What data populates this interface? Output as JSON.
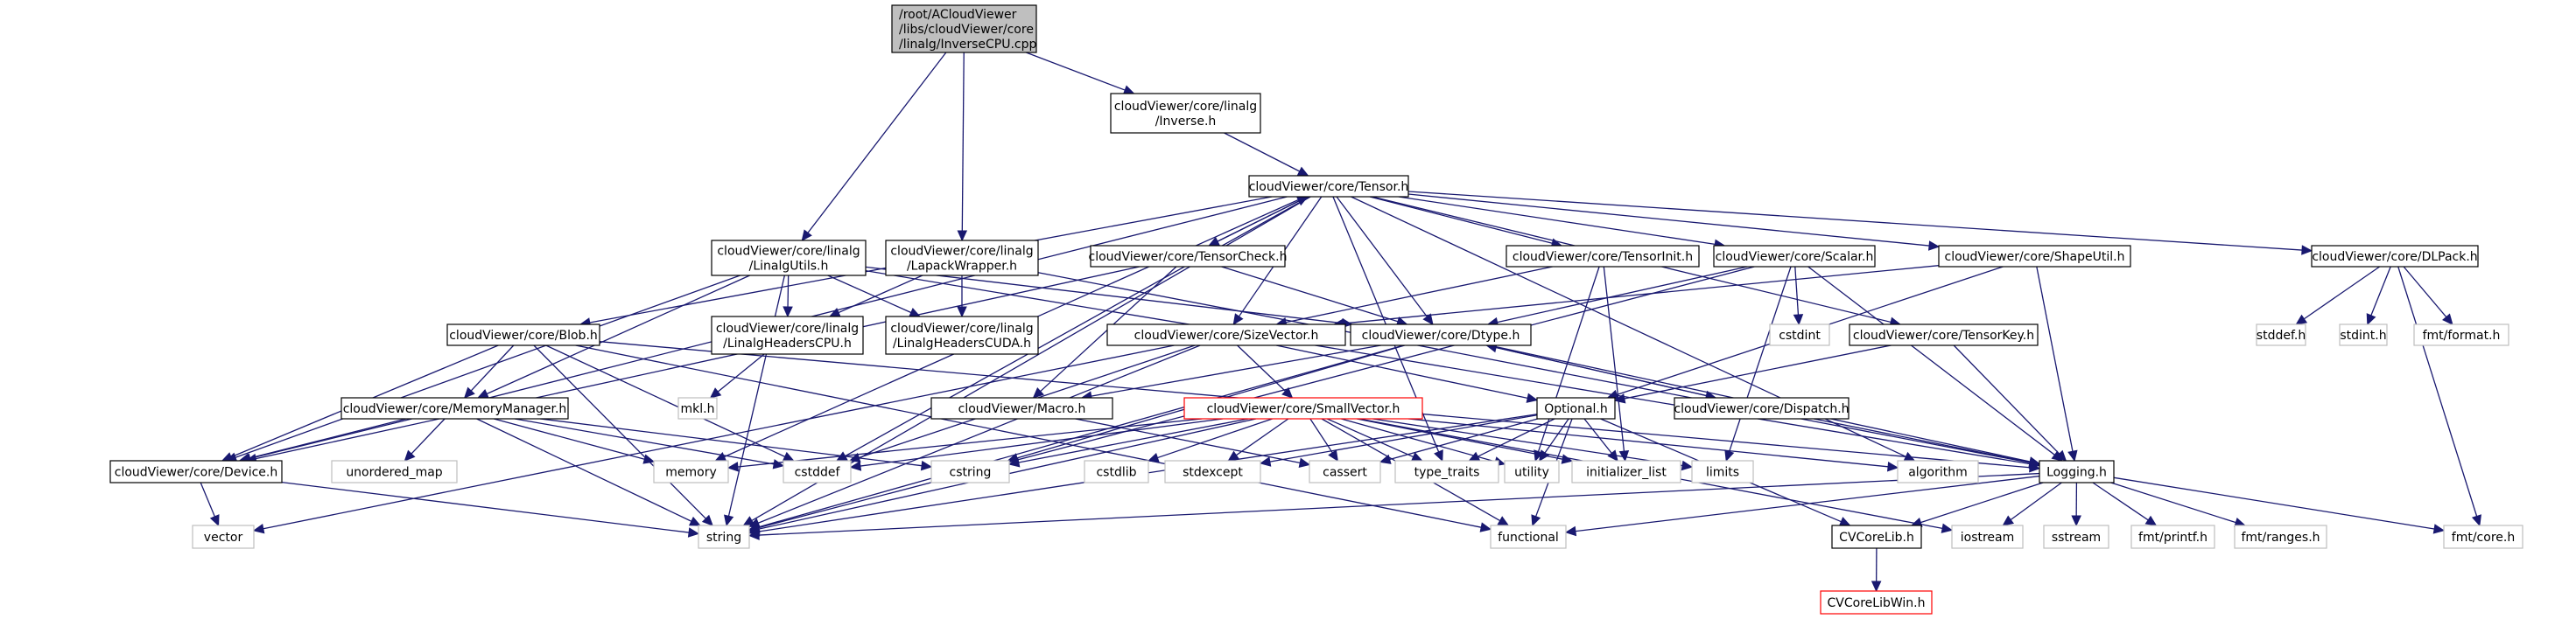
{
  "title": "Include dependency graph for InverseCPU.cpp",
  "colors": {
    "edge": "#191970",
    "root_fill": "#bfbfbf",
    "node_border": "#000000",
    "system_border": "#bfbfbf",
    "truncated_border": "#ff0000"
  },
  "nodes": [
    {
      "id": "root",
      "kind": "root",
      "lines": [
        "/root/ACloudViewer",
        "/libs/cloudViewer/core",
        "/linalg/InverseCPU.cpp"
      ]
    },
    {
      "id": "inverse",
      "kind": "project",
      "lines": [
        "cloudViewer/core/linalg",
        "/Inverse.h"
      ]
    },
    {
      "id": "tensor",
      "kind": "project",
      "lines": [
        "cloudViewer/core/Tensor.h"
      ]
    },
    {
      "id": "linalgutils",
      "kind": "project",
      "lines": [
        "cloudViewer/core/linalg",
        "/LinalgUtils.h"
      ]
    },
    {
      "id": "lapack",
      "kind": "project",
      "lines": [
        "cloudViewer/core/linalg",
        "/LapackWrapper.h"
      ]
    },
    {
      "id": "tensorcheck",
      "kind": "project",
      "lines": [
        "cloudViewer/core/TensorCheck.h"
      ]
    },
    {
      "id": "tensorinit",
      "kind": "project",
      "lines": [
        "cloudViewer/core/TensorInit.h"
      ]
    },
    {
      "id": "scalar",
      "kind": "project",
      "lines": [
        "cloudViewer/core/Scalar.h"
      ]
    },
    {
      "id": "shapeutil",
      "kind": "project",
      "lines": [
        "cloudViewer/core/ShapeUtil.h"
      ]
    },
    {
      "id": "dlpack",
      "kind": "project",
      "lines": [
        "cloudViewer/core/DLPack.h"
      ]
    },
    {
      "id": "hdrcpu",
      "kind": "project",
      "lines": [
        "cloudViewer/core/linalg",
        "/LinalgHeadersCPU.h"
      ]
    },
    {
      "id": "hdrcuda",
      "kind": "project",
      "lines": [
        "cloudViewer/core/linalg",
        "/LinalgHeadersCUDA.h"
      ]
    },
    {
      "id": "blob",
      "kind": "project",
      "lines": [
        "cloudViewer/core/Blob.h"
      ]
    },
    {
      "id": "sizevector",
      "kind": "project",
      "lines": [
        "cloudViewer/core/SizeVector.h"
      ]
    },
    {
      "id": "dtype",
      "kind": "project",
      "lines": [
        "cloudViewer/core/Dtype.h"
      ]
    },
    {
      "id": "tensorkey",
      "kind": "project",
      "lines": [
        "cloudViewer/core/TensorKey.h"
      ]
    },
    {
      "id": "cstdint",
      "kind": "system",
      "lines": [
        "cstdint"
      ]
    },
    {
      "id": "stddef",
      "kind": "system",
      "lines": [
        "stddef.h"
      ]
    },
    {
      "id": "stdint",
      "kind": "system",
      "lines": [
        "stdint.h"
      ]
    },
    {
      "id": "fmtformat",
      "kind": "system",
      "lines": [
        "fmt/format.h"
      ]
    },
    {
      "id": "mkl",
      "kind": "system",
      "lines": [
        "mkl.h"
      ]
    },
    {
      "id": "memmgr",
      "kind": "project",
      "lines": [
        "cloudViewer/core/MemoryManager.h"
      ]
    },
    {
      "id": "macro",
      "kind": "project",
      "lines": [
        "cloudViewer/Macro.h"
      ]
    },
    {
      "id": "smallvector",
      "kind": "truncated",
      "lines": [
        "cloudViewer/core/SmallVector.h"
      ]
    },
    {
      "id": "optional",
      "kind": "project",
      "lines": [
        "Optional.h"
      ]
    },
    {
      "id": "dispatch",
      "kind": "project",
      "lines": [
        "cloudViewer/core/Dispatch.h"
      ]
    },
    {
      "id": "device",
      "kind": "project",
      "lines": [
        "cloudViewer/core/Device.h"
      ]
    },
    {
      "id": "unordered_map",
      "kind": "system",
      "lines": [
        "unordered_map"
      ]
    },
    {
      "id": "memory",
      "kind": "system",
      "lines": [
        "memory"
      ]
    },
    {
      "id": "cstddef",
      "kind": "system",
      "lines": [
        "cstddef"
      ]
    },
    {
      "id": "cstring",
      "kind": "system",
      "lines": [
        "cstring"
      ]
    },
    {
      "id": "cstdlib",
      "kind": "system",
      "lines": [
        "cstdlib"
      ]
    },
    {
      "id": "stdexcept",
      "kind": "system",
      "lines": [
        "stdexcept"
      ]
    },
    {
      "id": "cassert",
      "kind": "system",
      "lines": [
        "cassert"
      ]
    },
    {
      "id": "type_traits",
      "kind": "system",
      "lines": [
        "type_traits"
      ]
    },
    {
      "id": "utility",
      "kind": "system",
      "lines": [
        "utility"
      ]
    },
    {
      "id": "initializer_list",
      "kind": "system",
      "lines": [
        "initializer_list"
      ]
    },
    {
      "id": "limits",
      "kind": "system",
      "lines": [
        "limits"
      ]
    },
    {
      "id": "algorithm",
      "kind": "system",
      "lines": [
        "algorithm"
      ]
    },
    {
      "id": "logging",
      "kind": "project",
      "lines": [
        "Logging.h"
      ]
    },
    {
      "id": "vector",
      "kind": "system",
      "lines": [
        "vector"
      ]
    },
    {
      "id": "string",
      "kind": "system",
      "lines": [
        "string"
      ]
    },
    {
      "id": "functional",
      "kind": "system",
      "lines": [
        "functional"
      ]
    },
    {
      "id": "cvcorelib",
      "kind": "project",
      "lines": [
        "CVCoreLib.h"
      ]
    },
    {
      "id": "iostream",
      "kind": "system",
      "lines": [
        "iostream"
      ]
    },
    {
      "id": "sstream",
      "kind": "system",
      "lines": [
        "sstream"
      ]
    },
    {
      "id": "fmtprintf",
      "kind": "system",
      "lines": [
        "fmt/printf.h"
      ]
    },
    {
      "id": "fmtranges",
      "kind": "system",
      "lines": [
        "fmt/ranges.h"
      ]
    },
    {
      "id": "fmtcore",
      "kind": "system",
      "lines": [
        "fmt/core.h"
      ]
    },
    {
      "id": "cvcorelibwin",
      "kind": "truncated",
      "lines": [
        "CVCoreLibWin.h"
      ]
    }
  ],
  "edges": [
    [
      "root",
      "inverse"
    ],
    [
      "root",
      "linalgutils"
    ],
    [
      "root",
      "lapack"
    ],
    [
      "inverse",
      "tensor"
    ],
    [
      "tensor",
      "tensorcheck"
    ],
    [
      "tensor",
      "tensorinit"
    ],
    [
      "tensor",
      "scalar"
    ],
    [
      "tensor",
      "shapeutil"
    ],
    [
      "tensor",
      "dlpack"
    ],
    [
      "tensor",
      "blob"
    ],
    [
      "tensor",
      "sizevector"
    ],
    [
      "tensor",
      "dtype"
    ],
    [
      "tensor",
      "tensorkey"
    ],
    [
      "tensor",
      "device"
    ],
    [
      "tensor",
      "memory"
    ],
    [
      "tensor",
      "cstddef"
    ],
    [
      "tensor",
      "type_traits"
    ],
    [
      "tensor",
      "algorithm"
    ],
    [
      "tensor",
      "string"
    ],
    [
      "tensorcheck",
      "tensor"
    ],
    [
      "tensorcheck",
      "dtype"
    ],
    [
      "tensorcheck",
      "macro"
    ],
    [
      "tensorcheck",
      "device"
    ],
    [
      "linalgutils",
      "hdrcpu"
    ],
    [
      "linalgutils",
      "hdrcuda"
    ],
    [
      "linalgutils",
      "dtype"
    ],
    [
      "linalgutils",
      "memmgr"
    ],
    [
      "linalgutils",
      "logging"
    ],
    [
      "linalgutils",
      "device"
    ],
    [
      "linalgutils",
      "string"
    ],
    [
      "lapack",
      "hdrcpu"
    ],
    [
      "lapack",
      "hdrcuda"
    ],
    [
      "lapack",
      "logging"
    ],
    [
      "hdrcpu",
      "mkl"
    ],
    [
      "tensorinit",
      "sizevector"
    ],
    [
      "tensorinit",
      "utility"
    ],
    [
      "tensorinit",
      "initializer_list"
    ],
    [
      "scalar",
      "dtype"
    ],
    [
      "scalar",
      "cstdint"
    ],
    [
      "scalar",
      "logging"
    ],
    [
      "scalar",
      "string"
    ],
    [
      "scalar",
      "limits"
    ],
    [
      "shapeutil",
      "sizevector"
    ],
    [
      "shapeutil",
      "optional"
    ],
    [
      "shapeutil",
      "logging"
    ],
    [
      "dlpack",
      "stddef"
    ],
    [
      "dlpack",
      "stdint"
    ],
    [
      "dlpack",
      "fmtformat"
    ],
    [
      "dlpack",
      "fmtcore"
    ],
    [
      "blob",
      "device"
    ],
    [
      "blob",
      "memmgr"
    ],
    [
      "blob",
      "cstddef"
    ],
    [
      "blob",
      "string"
    ],
    [
      "blob",
      "functional"
    ],
    [
      "blob",
      "logging"
    ],
    [
      "sizevector",
      "smallvector"
    ],
    [
      "sizevector",
      "optional"
    ],
    [
      "sizevector",
      "cstddef"
    ],
    [
      "sizevector",
      "string"
    ],
    [
      "sizevector",
      "vector"
    ],
    [
      "dtype",
      "dispatch"
    ],
    [
      "dtype",
      "macro"
    ],
    [
      "dtype",
      "logging"
    ],
    [
      "dtype",
      "string"
    ],
    [
      "dtype",
      "cstring"
    ],
    [
      "tensorkey",
      "optional"
    ],
    [
      "tensorkey",
      "logging"
    ],
    [
      "dispatch",
      "dtype"
    ],
    [
      "dispatch",
      "logging"
    ],
    [
      "memmgr",
      "device"
    ],
    [
      "memmgr",
      "unordered_map"
    ],
    [
      "memmgr",
      "memory"
    ],
    [
      "memmgr",
      "string"
    ],
    [
      "memmgr",
      "cstddef"
    ],
    [
      "memmgr",
      "cstring"
    ],
    [
      "macro",
      "cassert"
    ],
    [
      "smallvector",
      "cstddef"
    ],
    [
      "smallvector",
      "cstring"
    ],
    [
      "smallvector",
      "cstdlib"
    ],
    [
      "smallvector",
      "stdexcept"
    ],
    [
      "smallvector",
      "cassert"
    ],
    [
      "smallvector",
      "type_traits"
    ],
    [
      "smallvector",
      "utility"
    ],
    [
      "smallvector",
      "initializer_list"
    ],
    [
      "smallvector",
      "memory"
    ],
    [
      "smallvector",
      "limits"
    ],
    [
      "smallvector",
      "algorithm"
    ],
    [
      "smallvector",
      "functional"
    ],
    [
      "smallvector",
      "iostream"
    ],
    [
      "smallvector",
      "string"
    ],
    [
      "optional",
      "type_traits"
    ],
    [
      "optional",
      "utility"
    ],
    [
      "optional",
      "initializer_list"
    ],
    [
      "optional",
      "stdexcept"
    ],
    [
      "optional",
      "cassert"
    ],
    [
      "optional",
      "functional"
    ],
    [
      "optional",
      "string"
    ],
    [
      "optional",
      "cvcorelib"
    ],
    [
      "device",
      "string"
    ],
    [
      "device",
      "vector"
    ],
    [
      "logging",
      "string"
    ],
    [
      "logging",
      "functional"
    ],
    [
      "logging",
      "cvcorelib"
    ],
    [
      "logging",
      "iostream"
    ],
    [
      "logging",
      "sstream"
    ],
    [
      "logging",
      "fmtprintf"
    ],
    [
      "logging",
      "fmtranges"
    ],
    [
      "logging",
      "fmtcore"
    ],
    [
      "cvcorelib",
      "cvcorelibwin"
    ]
  ]
}
